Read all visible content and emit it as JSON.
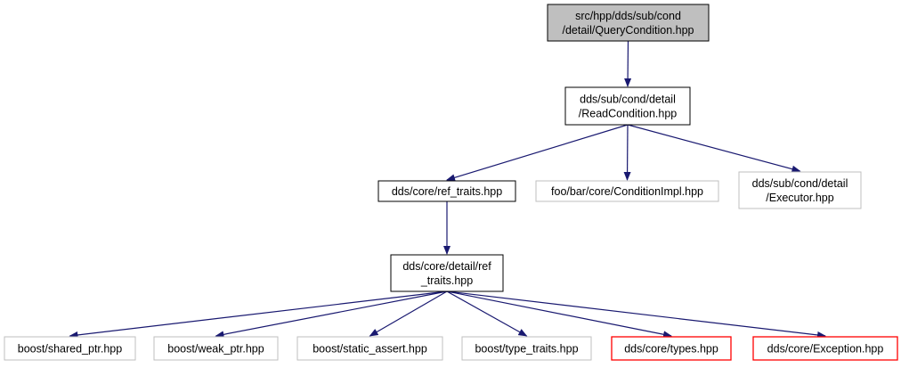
{
  "diagram": {
    "colors": {
      "edge": "#191970",
      "root_fill": "#bfbfbf",
      "documented_border": "#000000",
      "undocumented_border": "#bfbfbf",
      "missing_border": "#ff0000",
      "text": "#000000"
    },
    "nodes": [
      {
        "id": "querycondition",
        "style": "root",
        "lines": [
          "src/hpp/dds/sub/cond",
          "/detail/QueryCondition.hpp"
        ]
      },
      {
        "id": "readcondition",
        "style": "documented",
        "lines": [
          "dds/sub/cond/detail",
          "/ReadCondition.hpp"
        ]
      },
      {
        "id": "ref-traits",
        "style": "documented",
        "lines": [
          "dds/core/ref_traits.hpp"
        ]
      },
      {
        "id": "conditionimpl",
        "style": "undocumented",
        "lines": [
          "foo/bar/core/ConditionImpl.hpp"
        ]
      },
      {
        "id": "executor",
        "style": "undocumented",
        "lines": [
          "dds/sub/cond/detail",
          "/Executor.hpp"
        ]
      },
      {
        "id": "detail-ref-traits",
        "style": "documented",
        "lines": [
          "dds/core/detail/ref",
          "_traits.hpp"
        ]
      },
      {
        "id": "shared-ptr",
        "style": "undocumented",
        "lines": [
          "boost/shared_ptr.hpp"
        ]
      },
      {
        "id": "weak-ptr",
        "style": "undocumented",
        "lines": [
          "boost/weak_ptr.hpp"
        ]
      },
      {
        "id": "static-assert",
        "style": "undocumented",
        "lines": [
          "boost/static_assert.hpp"
        ]
      },
      {
        "id": "type-traits",
        "style": "undocumented",
        "lines": [
          "boost/type_traits.hpp"
        ]
      },
      {
        "id": "types",
        "style": "missing",
        "lines": [
          "dds/core/types.hpp"
        ]
      },
      {
        "id": "exception",
        "style": "missing",
        "lines": [
          "dds/core/Exception.hpp"
        ]
      }
    ],
    "edges": [
      {
        "from": "querycondition",
        "to": "readcondition"
      },
      {
        "from": "readcondition",
        "to": "ref-traits"
      },
      {
        "from": "readcondition",
        "to": "conditionimpl"
      },
      {
        "from": "readcondition",
        "to": "executor"
      },
      {
        "from": "ref-traits",
        "to": "detail-ref-traits"
      },
      {
        "from": "detail-ref-traits",
        "to": "shared-ptr"
      },
      {
        "from": "detail-ref-traits",
        "to": "weak-ptr"
      },
      {
        "from": "detail-ref-traits",
        "to": "static-assert"
      },
      {
        "from": "detail-ref-traits",
        "to": "type-traits"
      },
      {
        "from": "detail-ref-traits",
        "to": "types"
      },
      {
        "from": "detail-ref-traits",
        "to": "exception"
      }
    ]
  }
}
